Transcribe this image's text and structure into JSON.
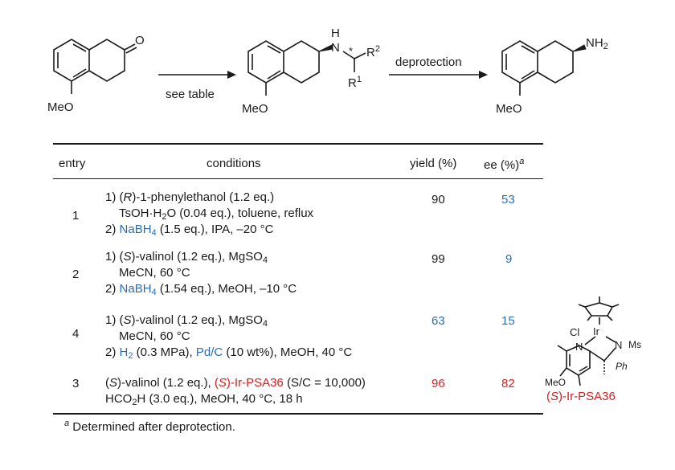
{
  "scheme": {
    "reactant_label": "MeO",
    "reactant_carbonyl": "O",
    "arrow1_label": "see table",
    "intermediate_label": "MeO",
    "intermediate_nh": "H",
    "intermediate_n": "N",
    "intermediate_r2": "R",
    "intermediate_r2_sup": "2",
    "intermediate_r1": "R",
    "intermediate_r1_sup": "1",
    "stereo_mark": "*",
    "arrow2_label": "deprotection",
    "product_label": "MeO",
    "product_nh2": "NH",
    "product_nh2_sub": "2"
  },
  "table": {
    "headers": {
      "entry": "entry",
      "conditions": "conditions",
      "yield": "yield (%)",
      "ee": "ee (%)",
      "ee_sup": "a"
    },
    "rows": [
      {
        "entry": "1",
        "yield": "90",
        "ee": "53",
        "line1_a": "1) (",
        "line1_it": "R",
        "line1_b": ")-1-phenylethanol (1.2 eq.)",
        "line2": "TsOH·H",
        "line2_sub": "2",
        "line2_b": "O (0.04 eq.), toluene, reflux",
        "line3_a": "2) ",
        "line3_blue": "NaBH",
        "line3_blue_sub": "4",
        "line3_b": " (1.5 eq.), IPA, –20 °C"
      },
      {
        "entry": "2",
        "yield": "99",
        "ee": "9",
        "line1_a": "1) (",
        "line1_it": "S",
        "line1_b": ")-valinol (1.2 eq.), MgSO",
        "line1_sub": "4",
        "line2": "MeCN, 60 °C",
        "line3_a": "2) ",
        "line3_blue": "NaBH",
        "line3_blue_sub": "4",
        "line3_b": " (1.54 eq.), MeOH, –10 °C"
      },
      {
        "entry": "4",
        "yield": "63",
        "ee": "15",
        "line1_a": "1) (",
        "line1_it": "S",
        "line1_b": ")-valinol (1.2 eq.), MgSO",
        "line1_sub": "4",
        "line2": "MeCN, 60 °C",
        "line3_a": "2) ",
        "line3_blue1": "H",
        "line3_blue1_sub": "2",
        "line3_mid": " (0.3 MPa), ",
        "line3_blue2": "Pd/C",
        "line3_b": " (10 wt%), MeOH, 40 °C"
      },
      {
        "entry": "3",
        "yield": "96",
        "ee": "82",
        "line1_a": "(",
        "line1_it": "S",
        "line1_b": ")-valinol (1.2 eq.), ",
        "line1_red_a": "(",
        "line1_red_it": "S",
        "line1_red_b": ")-Ir-PSA36",
        "line1_c": " (S/C = 10,000)",
        "line2": "HCO",
        "line2_sub": "2",
        "line2_b": "H (3.0 eq.), MeOH, 40 °C, 18 h"
      }
    ],
    "footnote_sup": "a",
    "footnote": " Determined after deprotection."
  },
  "catalyst": {
    "cl": "Cl",
    "ir": "Ir",
    "n_left": "N",
    "n_right": "N",
    "ms": "Ms",
    "ph": "Ph",
    "meo": "MeO",
    "name_a": "(",
    "name_it": "S",
    "name_b": ")-Ir-PSA36"
  },
  "colors": {
    "blue": "#2a6db5",
    "red": "#d42020",
    "ink": "#1a1a1a"
  }
}
